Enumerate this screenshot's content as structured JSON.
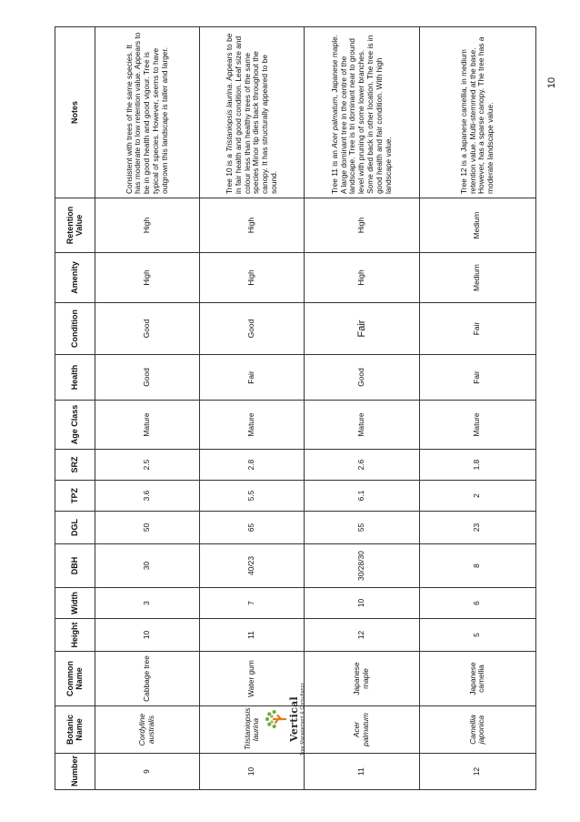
{
  "page_number": "10",
  "logo": {
    "brand": "Vertical",
    "tagline": "Tree Management & Consultancy",
    "colors": {
      "green": "#6fae3c",
      "orange": "#e07a1f"
    }
  },
  "table": {
    "headers": {
      "number": "Number",
      "botanic": "Botanic Name",
      "common": "Common Name",
      "height": "Height",
      "width": "Width",
      "dbh": "DBH",
      "dgl": "DGL",
      "tpz": "TPZ",
      "srz": "SRZ",
      "age": "Age Class",
      "health": "Health",
      "condition": "Condition",
      "amenity": "Amenity",
      "retention": "Retention Value",
      "notes": "Notes"
    },
    "rows": [
      {
        "number": "9",
        "botanic": "Cordyline australis",
        "common": "Cabbage tree",
        "height": "10",
        "width": "3",
        "dbh": "30",
        "dgl": "50",
        "tpz": "3.6",
        "srz": "2.5",
        "age": "Mature",
        "health": "Good",
        "condition": "Good",
        "amenity": "High",
        "retention": "High",
        "notes": "Consistent with trees of the same species. It has moderate to low retention value. Appears to be in good health and good vigour. Tree is typical of species. However, seems to have outgrown this landscape is taller and larger."
      },
      {
        "number": "10",
        "botanic": "Tristaniopsis laurina",
        "common": "Water gum",
        "height": "11",
        "width": "7",
        "dbh": "40/23",
        "dgl": "65",
        "tpz": "5.5",
        "srz": "2.8",
        "age": "Mature",
        "health": "Fair",
        "condition": "Good",
        "amenity": "High",
        "retention": "High",
        "notes_pre": "Tree 10 is a ",
        "notes_italic": "Tristaniopsis laurina",
        "notes_post": ". Appears to be in fair health and good condition. Leaf size and colour less than healthy trees of the same species Minor tip dies back throughout the canopy. It has structurally appeared to be sound."
      },
      {
        "number": "11",
        "botanic": "Acer palmatum",
        "common": "Japanese maple",
        "height": "12",
        "width": "10",
        "dbh": "30/28/30",
        "dgl": "55",
        "tpz": "6.1",
        "srz": "2.6",
        "age": "Mature",
        "health": "Good",
        "condition": "Fair",
        "amenity": "High",
        "retention": "High",
        "notes_pre": "Tree 11 is an ",
        "notes_italic": "Acer palmatum",
        "notes_post": ", Japanese maple. A large dominant tree in the centre of the landscape. Tree is tri dominant near to ground level with pruning of some lower branches. Some died back in other location. The tree is in good health and fair condition. With high landscape value."
      },
      {
        "number": "12",
        "botanic": "Camellia japonica",
        "common": "Japanese camellia",
        "height": "5",
        "width": "6",
        "dbh": "8",
        "dgl": "23",
        "tpz": "2",
        "srz": "1.8",
        "age": "Mature",
        "health": "Fair",
        "condition": "Fair",
        "amenity": "Medium",
        "retention": "Medium",
        "notes": "Tree 12 is a Japanese camellia, in medium retention value. Multi-stemmed at the base. However, has a sparse canopy. The tree has a moderate landscape value."
      }
    ]
  }
}
